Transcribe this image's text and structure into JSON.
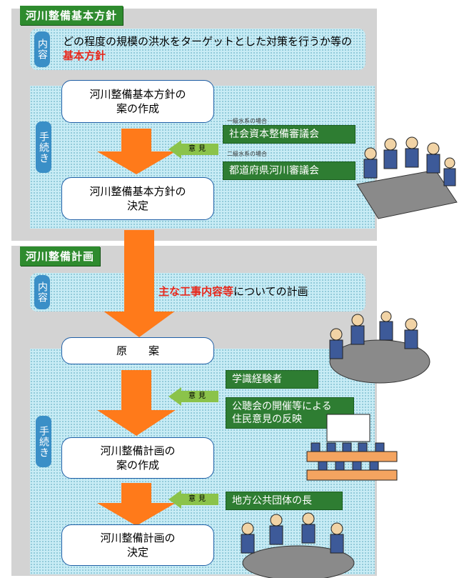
{
  "section1": {
    "header": "河川整備基本方針",
    "naiyo_label": "内容",
    "naiyo_text_before": "どの程度の規模の洪水をターゲットとした対策を行うか等の",
    "naiyo_text_highlight": "基本方針",
    "tetsuzuki_label": "手続き",
    "box_draft_line1": "河川整備基本方針の",
    "box_draft_line2": "案の作成",
    "box_final_line1": "河川整備基本方針の",
    "box_final_line2": "決定",
    "opinion_label": "意見",
    "council1_caption": "一級水系の場合",
    "council1": "社会資本整備審議会",
    "council2_caption": "二級水系の場合",
    "council2": "都道府県河川審議会"
  },
  "section2": {
    "header": "河川整備計画",
    "naiyo_label": "内容",
    "naiyo_highlight": "主な工事内容等",
    "naiyo_text_after": "についての計画",
    "tetsuzuki_label": "手続き",
    "box_gen": "原　　案",
    "box_draft_line1": "河川整備計画の",
    "box_draft_line2": "案の作成",
    "box_final_line1": "河川整備計画の",
    "box_final_line2": "決定",
    "opinion_label": "意見",
    "opinion1_a": "学識経験者",
    "opinion1_b_line1": "公聴会の開催等による",
    "opinion1_b_line2": "住民意見の反映",
    "opinion2_label": "意見",
    "opinion2": "地方公共団体の長"
  },
  "colors": {
    "header_green": "#2e8b2e",
    "arrow_orange": "#ff7a1a",
    "highlight_red": "#e8281c",
    "panel_gray": "#d3d3d3",
    "label_blue": "#3a8fc7"
  }
}
